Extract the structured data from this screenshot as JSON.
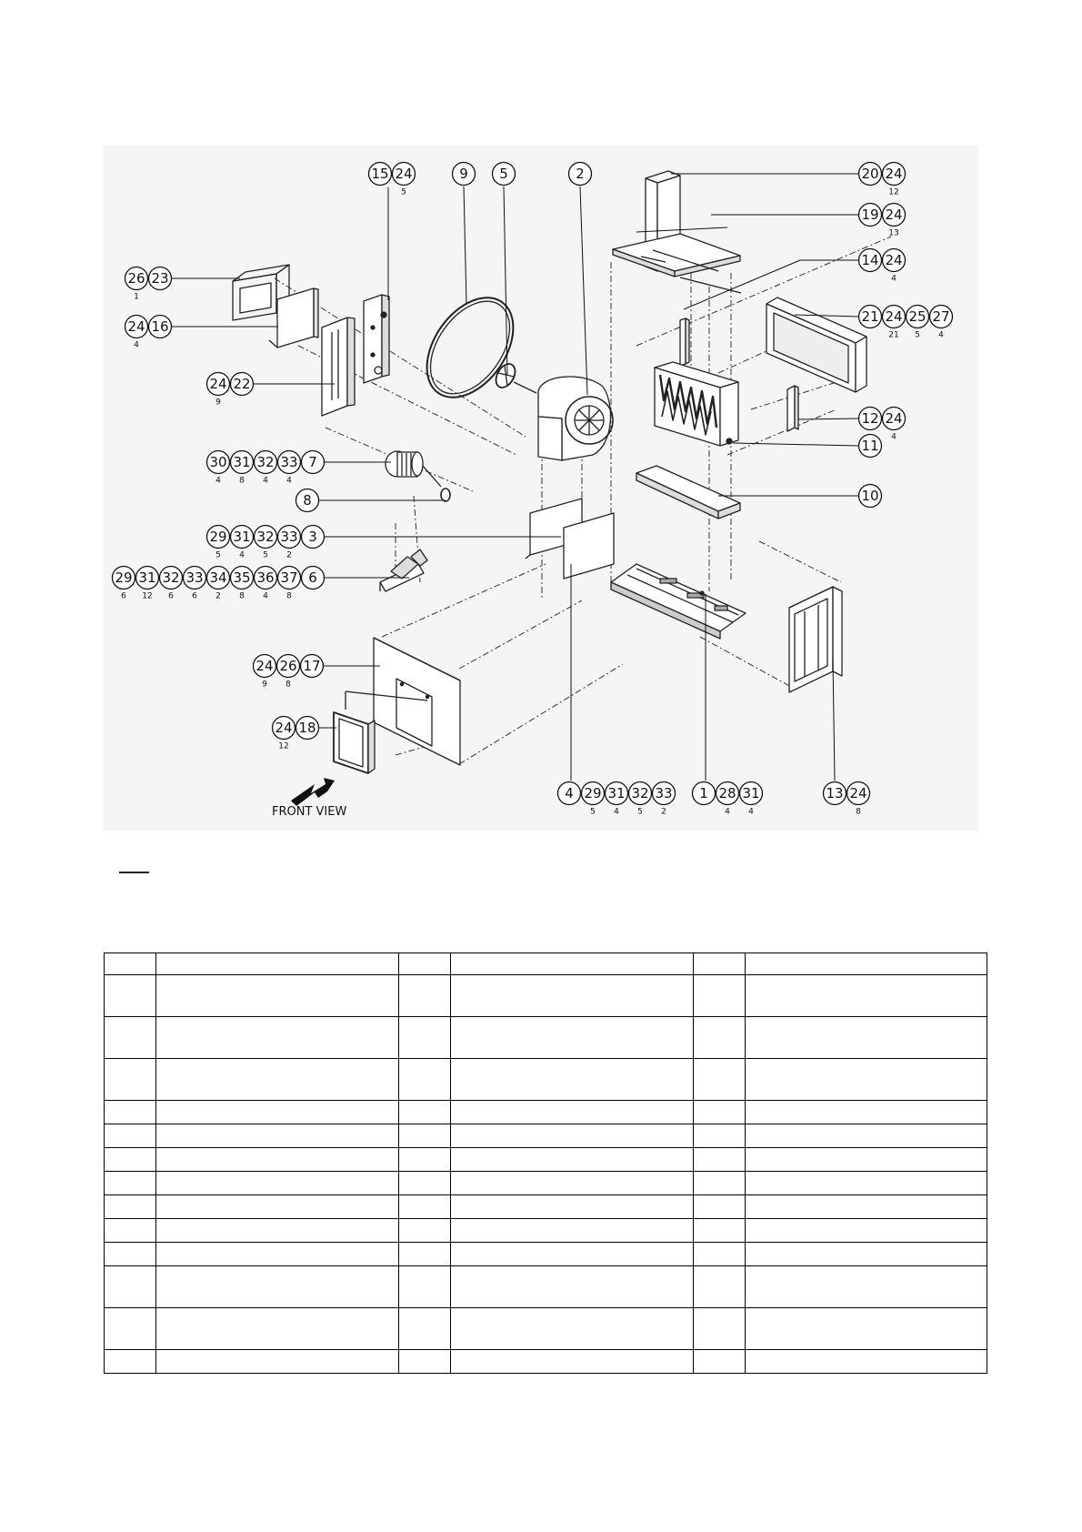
{
  "front_view_label": "FRONT VIEW",
  "callout_groups": [
    {
      "parts": [
        "15",
        "24"
      ],
      "qty": [
        "",
        "5"
      ]
    },
    {
      "parts": [
        "9"
      ],
      "qty": [
        ""
      ]
    },
    {
      "parts": [
        "5"
      ],
      "qty": [
        ""
      ]
    },
    {
      "parts": [
        "2"
      ],
      "qty": [
        ""
      ]
    },
    {
      "parts": [
        "20",
        "24"
      ],
      "qty": [
        "",
        "12"
      ]
    },
    {
      "parts": [
        "19",
        "24"
      ],
      "qty": [
        "",
        "13"
      ]
    },
    {
      "parts": [
        "14",
        "24"
      ],
      "qty": [
        "",
        "4"
      ]
    },
    {
      "parts": [
        "21",
        "24",
        "25",
        "27"
      ],
      "qty": [
        "",
        "21",
        "5",
        "4"
      ]
    },
    {
      "parts": [
        "12",
        "24"
      ],
      "qty": [
        "",
        "4"
      ]
    },
    {
      "parts": [
        "11"
      ],
      "qty": [
        ""
      ]
    },
    {
      "parts": [
        "10"
      ],
      "qty": [
        ""
      ]
    },
    {
      "parts": [
        "26",
        "23"
      ],
      "qty": [
        "1",
        ""
      ]
    },
    {
      "parts": [
        "24",
        "16"
      ],
      "qty": [
        "4",
        ""
      ]
    },
    {
      "parts": [
        "24",
        "22"
      ],
      "qty": [
        "9",
        ""
      ]
    },
    {
      "parts": [
        "30",
        "31",
        "32",
        "33",
        "7"
      ],
      "qty": [
        "4",
        "8",
        "4",
        "4",
        ""
      ]
    },
    {
      "parts": [
        "8"
      ],
      "qty": [
        ""
      ]
    },
    {
      "parts": [
        "29",
        "31",
        "32",
        "33",
        "3"
      ],
      "qty": [
        "5",
        "4",
        "5",
        "2",
        ""
      ]
    },
    {
      "parts": [
        "29",
        "31",
        "32",
        "33",
        "34",
        "35",
        "36",
        "37",
        "6"
      ],
      "qty": [
        "6",
        "12",
        "6",
        "6",
        "2",
        "8",
        "4",
        "8",
        ""
      ]
    },
    {
      "parts": [
        "24",
        "26",
        "17"
      ],
      "qty": [
        "9",
        "8",
        ""
      ]
    },
    {
      "parts": [
        "24",
        "18"
      ],
      "qty": [
        "12",
        ""
      ]
    },
    {
      "parts": [
        "4",
        "29",
        "31",
        "32",
        "33"
      ],
      "qty": [
        "",
        "5",
        "4",
        "5",
        "2"
      ]
    },
    {
      "parts": [
        "1",
        "28",
        "31"
      ],
      "qty": [
        "",
        "4",
        "4"
      ]
    },
    {
      "parts": [
        "13",
        "24"
      ],
      "qty": [
        "",
        "8"
      ]
    }
  ],
  "parts_table": {
    "columns": 6,
    "rows": [
      [
        "",
        "",
        "",
        "",
        "",
        ""
      ],
      [
        "",
        "",
        "",
        "",
        "",
        ""
      ],
      [
        "",
        "",
        "",
        "",
        "",
        ""
      ],
      [
        "",
        "",
        "",
        "",
        "",
        ""
      ],
      [
        "",
        "",
        "",
        "",
        "",
        ""
      ],
      [
        "",
        "",
        "",
        "",
        "",
        ""
      ],
      [
        "",
        "",
        "",
        "",
        "",
        ""
      ],
      [
        "",
        "",
        "",
        "",
        "",
        ""
      ],
      [
        "",
        "",
        "",
        "",
        "",
        ""
      ],
      [
        "",
        "",
        "",
        "",
        "",
        ""
      ],
      [
        "",
        "",
        "",
        "",
        "",
        ""
      ],
      [
        "",
        "",
        "",
        "",
        "",
        ""
      ],
      [
        "",
        "",
        "",
        "",
        "",
        ""
      ],
      [
        "",
        "",
        "",
        "",
        "",
        ""
      ]
    ]
  }
}
